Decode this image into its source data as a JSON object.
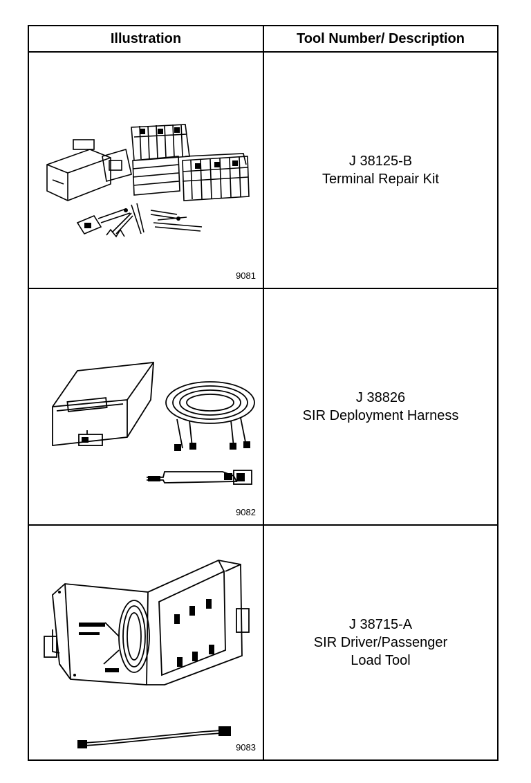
{
  "header": {
    "illustration": "Illustration",
    "tool": "Tool Number/ Description"
  },
  "rows": [
    {
      "fig": "9081",
      "number": "J 38125-B",
      "desc": [
        "Terminal Repair Kit"
      ],
      "image": "terminal-repair-kit-illustration"
    },
    {
      "fig": "9082",
      "number": "J 38826",
      "desc": [
        "SIR Deployment Harness"
      ],
      "image": "sir-deployment-harness-illustration"
    },
    {
      "fig": "9083",
      "number": "J 38715-A",
      "desc": [
        "SIR Driver/Passenger",
        "Load Tool"
      ],
      "image": "load-tool-case-illustration"
    }
  ]
}
